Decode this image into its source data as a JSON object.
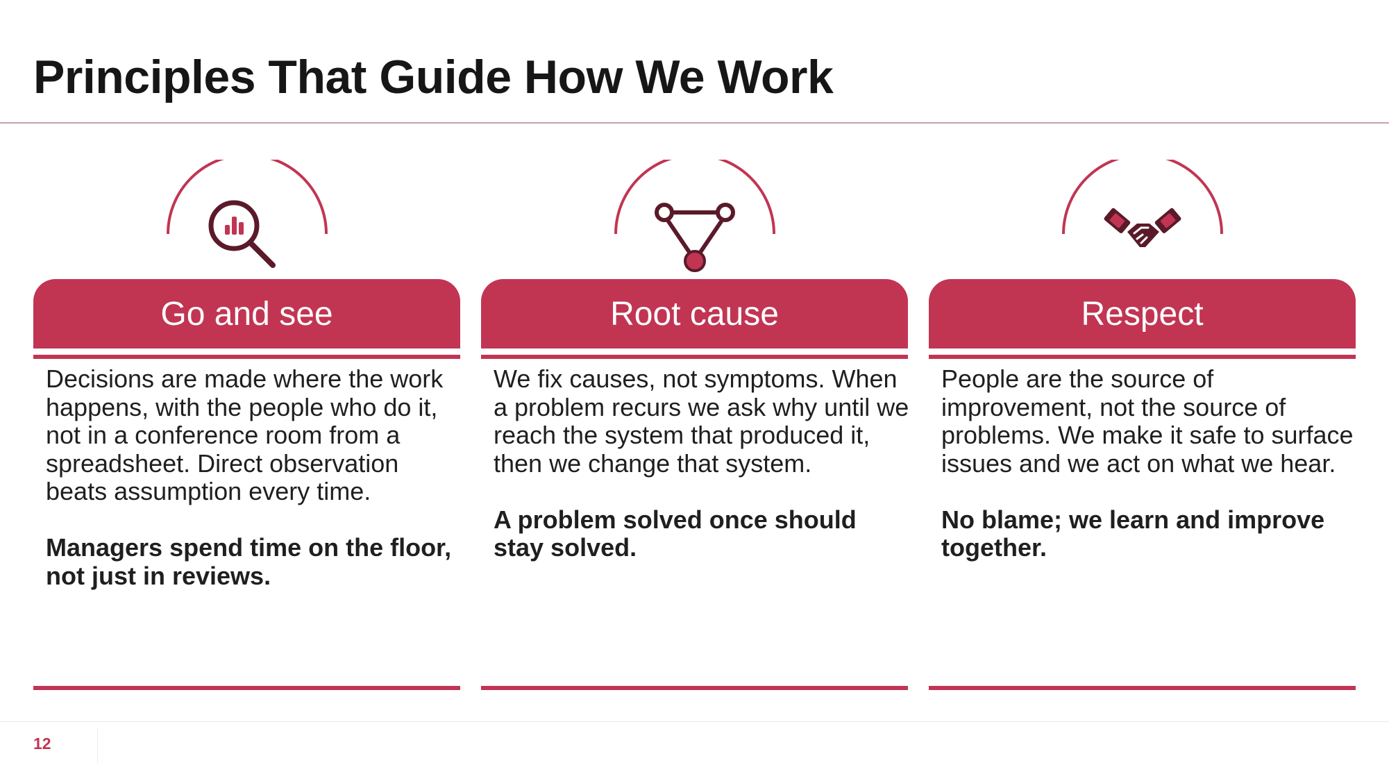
{
  "slide": {
    "title": "Principles That Guide How We Work",
    "page_number": "12"
  },
  "colors": {
    "accent": "#c13553",
    "icon_dark": "#5a1a2a",
    "text": "#1f1f1f"
  },
  "principles": [
    {
      "icon": "magnifier-chart-icon",
      "title": "Go and see",
      "body": "Decisions are made where the work happens, with the people who do it, not in a conference room from a spreadsheet. Direct observation beats assumption every time.",
      "emphasis": "Managers spend time on the floor, not just in reviews."
    },
    {
      "icon": "root-cause-graph-icon",
      "title": "Root cause",
      "body": "We fix causes, not symptoms. When a problem recurs we ask why until we reach the system that produced it, then we change that system.",
      "emphasis": "A problem solved once should stay solved."
    },
    {
      "icon": "handshake-icon",
      "title": "Respect",
      "body": "People are the source of improvement, not the source of problems. We make it safe to surface issues and we act on what we hear.",
      "emphasis": "No blame; we learn and improve together."
    }
  ]
}
